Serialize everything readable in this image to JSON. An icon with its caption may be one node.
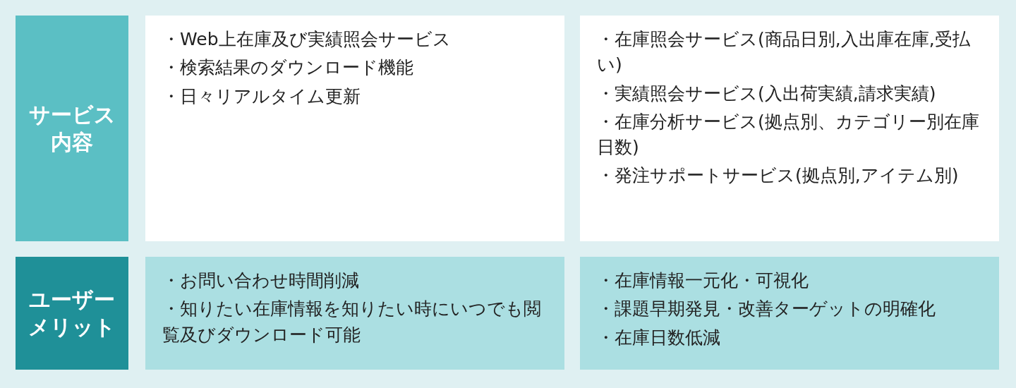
{
  "diagram": {
    "nodes": [
      {
        "text": [
          "サービス内容"
        ]
      },
      {
        "text": [
          "・Web上在庫及び実績照会サービス",
          "・検索結果のダウンロード機能",
          "・日々リアルタイム更新"
        ]
      },
      {
        "text": [
          "・在庫照会サービス(商品日別,入出庫在庫,受払い)",
          "・実績照会サービス(入出荷実績,請求実績)",
          "・在庫分析サービス(拠点別、カテゴリー別在庫日数)",
          "・発注サポートサービス(拠点別,アイテム別)"
        ]
      },
      {
        "text": [
          "ユーザーメリット"
        ]
      },
      {
        "text": [
          "・お問い合わせ時間削減",
          "・知りたい在庫情報を知りたい時にいつでも閲覧及びダウンロード可能"
        ]
      },
      {
        "text": [
          "・在庫情報一元化・可視化",
          "・課題早期発見・改善ターゲットの明確化",
          "・在庫日数低減"
        ]
      }
    ]
  }
}
